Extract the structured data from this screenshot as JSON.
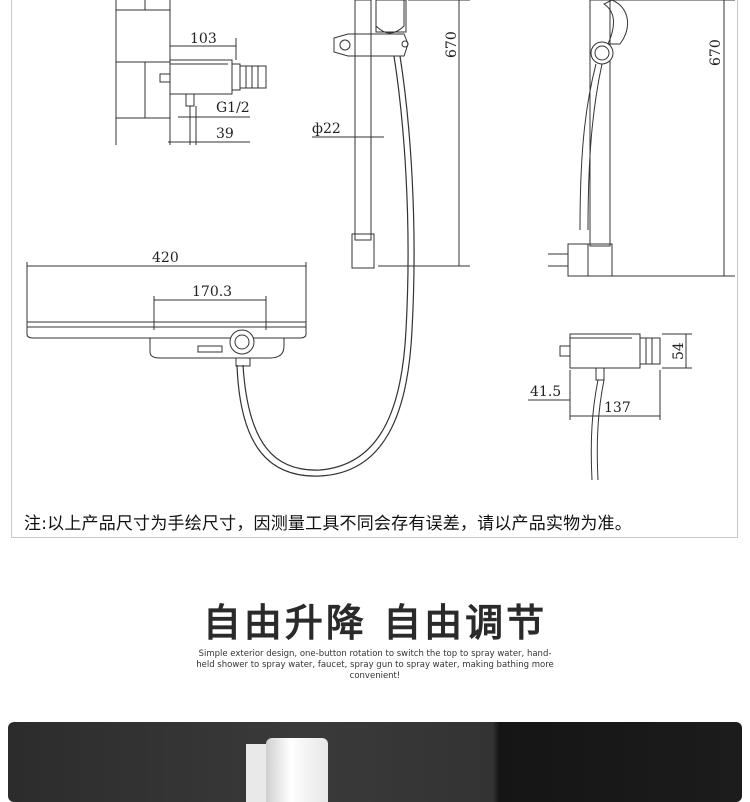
{
  "dimensions": {
    "d103": "103",
    "g12": "G1/2",
    "d39": "39",
    "d670_left": "670",
    "d670_right": "670",
    "phi22": "ф22",
    "d420": "420",
    "d170": "170.3",
    "d54": "54",
    "d415": "41.5",
    "d137": "137"
  },
  "note": "注:以上产品尺寸为手绘尺寸，因测量工具不同会存有误差，请以产品实物为准。",
  "heading": "自由升降 自由调节",
  "subtext": "Simple exterior design, one-button rotation to switch the top to spray water, hand-held shower to spray water, faucet, spray gun to spray water, making bathing more convenient!"
}
